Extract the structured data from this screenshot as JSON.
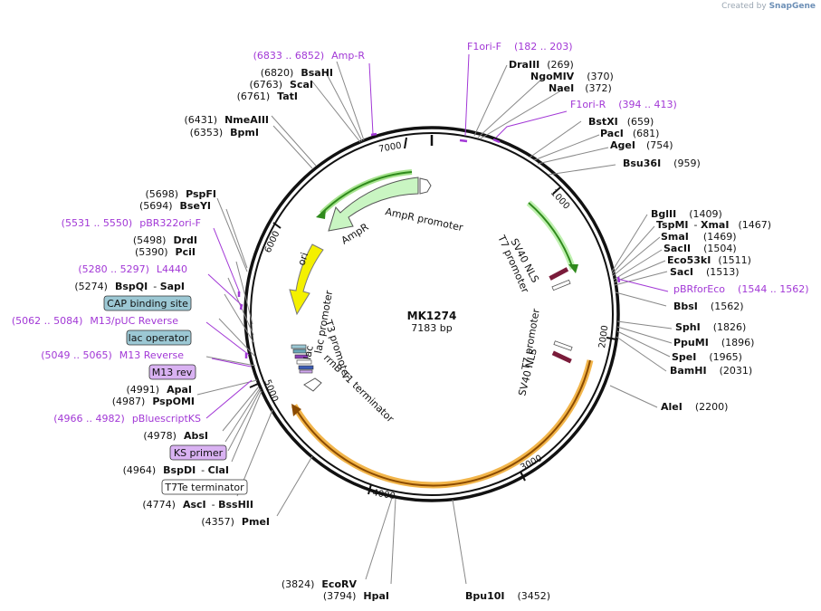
{
  "watermark": {
    "created_by": "Created by",
    "brand": "SnapGene"
  },
  "plasmid": {
    "name": "MK1274",
    "size_label": "7183 bp"
  },
  "ring_ticks": [
    "1000",
    "2000",
    "3000",
    "4000",
    "5000",
    "6000",
    "7000"
  ],
  "enzymes": [
    {
      "name": "DraIII",
      "pos": "(269)"
    },
    {
      "name": "NgoMIV",
      "pos": "(370)"
    },
    {
      "name": "NaeI",
      "pos": "(372)"
    },
    {
      "name": "BstXI",
      "pos": "(659)"
    },
    {
      "name": "PacI",
      "pos": "(681)"
    },
    {
      "name": "AgeI",
      "pos": "(754)"
    },
    {
      "name": "Bsu36I",
      "pos": "(959)"
    },
    {
      "name": "BglII",
      "pos": "(1409)"
    },
    {
      "name": "TspMI",
      "sep": "- ",
      "name2": "XmaI",
      "pos": "(1467)"
    },
    {
      "name": "SmaI",
      "pos": "(1469)"
    },
    {
      "name": "SacII",
      "pos": "(1504)"
    },
    {
      "name": "Eco53kI",
      "pos": "(1511)"
    },
    {
      "name": "SacI",
      "pos": "(1513)"
    },
    {
      "name": "BbsI",
      "pos": "(1562)"
    },
    {
      "name": "SphI",
      "pos": "(1826)"
    },
    {
      "name": "PpuMI",
      "pos": "(1896)"
    },
    {
      "name": "SpeI",
      "pos": "(1965)"
    },
    {
      "name": "BamHI",
      "pos": "(2031)"
    },
    {
      "name": "AleI",
      "pos": "(2200)"
    },
    {
      "name": "Bpu10I",
      "pos": "(3452)"
    },
    {
      "name": "HpaI",
      "pos": "(3794)"
    },
    {
      "name": "EcoRV",
      "pos": "(3824)"
    },
    {
      "name": "PmeI",
      "pos": "(4357)"
    },
    {
      "name": "AscI",
      "sep": "- ",
      "name2": "BssHII",
      "pos": "(4774)"
    },
    {
      "name": "BspDI",
      "sep": "- ",
      "name2": "ClaI",
      "pos": "(4964)"
    },
    {
      "name": "AbsI",
      "pos": "(4978)"
    },
    {
      "name": "PspOMI",
      "pos": "(4987)"
    },
    {
      "name": "ApaI",
      "pos": "(4991)"
    },
    {
      "name": "BspQI",
      "sep": "- ",
      "name2": "SapI",
      "pos": "(5274)"
    },
    {
      "name": "PciI",
      "pos": "(5390)"
    },
    {
      "name": "DrdI",
      "pos": "(5498)"
    },
    {
      "name": "BseYI",
      "pos": "(5694)"
    },
    {
      "name": "PspFI",
      "pos": "(5698)"
    },
    {
      "name": "BpmI",
      "pos": "(6353)"
    },
    {
      "name": "NmeAIII",
      "pos": "(6431)"
    },
    {
      "name": "TatI",
      "pos": "(6761)"
    },
    {
      "name": "ScaI",
      "pos": "(6763)"
    },
    {
      "name": "BsaHI",
      "pos": "(6820)"
    }
  ],
  "primers": [
    {
      "name": "F1ori-F",
      "range": "(182 .. 203)"
    },
    {
      "name": "F1ori-R",
      "range": "(394 .. 413)"
    },
    {
      "name": "pBRforEco",
      "range": "(1544 .. 1562)"
    },
    {
      "name": "pBR322ori-F",
      "range": "(5531 .. 5550)"
    },
    {
      "name": "L4440",
      "range": "(5280 .. 5297)"
    },
    {
      "name": "M13/pUC Reverse",
      "range": "(5062 .. 5084)"
    },
    {
      "name": "M13 Reverse",
      "range": "(5049 .. 5065)"
    },
    {
      "name": "pBluescriptKS",
      "range": "(4966 .. 4982)"
    },
    {
      "name": "Amp-R",
      "range": "(6833 .. 6852)"
    }
  ],
  "boxed_labels": [
    "CAP binding site",
    "lac operator",
    "M13 rev",
    "KS primer",
    "T7Te terminator"
  ],
  "features": {
    "ampr_promoter": "AmpR promoter",
    "ampr": "AmpR",
    "ori": "ori",
    "lac_promoter": "lac promoter",
    "t3_promoter": "T3 promoter",
    "rrnb": "rrnB T1 terminator",
    "t7_promoter_1": "T7 promoter",
    "sv40_nls_1": "SV40 NLS",
    "t7_promoter_2": "T7 promoter",
    "sv40_nls_2": "SV40 NLS",
    "lac_small": "lac"
  },
  "colors": {
    "primer": "#a238d6",
    "ampr": "#c9f5c2",
    "ori": "#f4f000",
    "promoter": "#bff0b0",
    "orange": "#f2b54a",
    "cap": "#9cc8d4",
    "m13": "#d9b2f2"
  }
}
